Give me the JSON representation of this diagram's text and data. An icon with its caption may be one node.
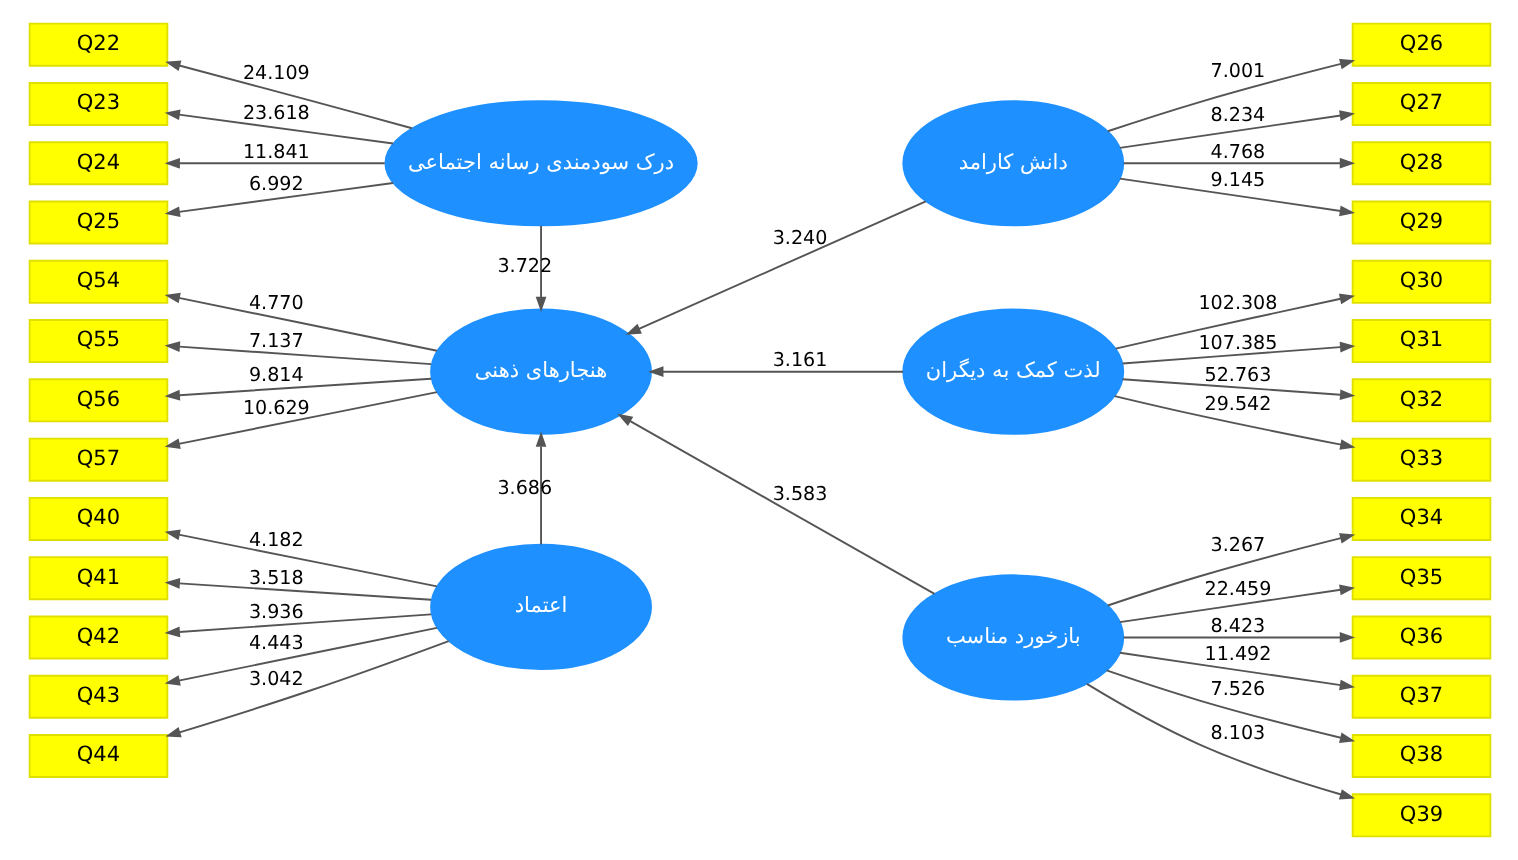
{
  "diagram": {
    "nodes": [
      {
        "text": [
          "Q22"
        ]
      },
      {
        "text": [
          "Q23"
        ]
      },
      {
        "text": [
          "Q24"
        ]
      },
      {
        "text": [
          "Q25"
        ]
      },
      {
        "text": [
          "درک سودمندی رسانه اجتماعی"
        ]
      },
      {
        "text": [
          "دانش کارامد"
        ]
      },
      {
        "text": [
          "Q26"
        ]
      },
      {
        "text": [
          "Q27"
        ]
      },
      {
        "text": [
          "Q28"
        ]
      },
      {
        "text": [
          "Q29"
        ]
      },
      {
        "text": [
          "Q54"
        ]
      },
      {
        "text": [
          "Q55"
        ]
      },
      {
        "text": [
          "Q56"
        ]
      },
      {
        "text": [
          "Q57"
        ]
      },
      {
        "text": [
          "هنجارهای ذهنی"
        ]
      },
      {
        "text": [
          "لذت کمک به دیگران"
        ]
      },
      {
        "text": [
          "Q30"
        ]
      },
      {
        "text": [
          "Q31"
        ]
      },
      {
        "text": [
          "Q32"
        ]
      },
      {
        "text": [
          "Q33"
        ]
      },
      {
        "text": [
          "Q40"
        ]
      },
      {
        "text": [
          "Q41"
        ]
      },
      {
        "text": [
          "Q42"
        ]
      },
      {
        "text": [
          "Q43"
        ]
      },
      {
        "text": [
          "Q44"
        ]
      },
      {
        "text": [
          "اعتماد"
        ]
      },
      {
        "text": [
          "بازخورد مناسب"
        ]
      },
      {
        "text": [
          "Q34"
        ]
      },
      {
        "text": [
          "Q35"
        ]
      },
      {
        "text": [
          "Q36"
        ]
      },
      {
        "text": [
          "Q37"
        ]
      },
      {
        "text": [
          "Q38"
        ]
      },
      {
        "text": [
          "Q39"
        ]
      }
    ],
    "edges": [
      {
        "from": 4,
        "to": 0,
        "arrow": "to",
        "label": "24.109"
      },
      {
        "from": 4,
        "to": 1,
        "arrow": "to",
        "label": "23.618"
      },
      {
        "from": 4,
        "to": 2,
        "arrow": "to",
        "label": "11.841"
      },
      {
        "from": 4,
        "to": 3,
        "arrow": "to",
        "label": "6.992"
      },
      {
        "from": 5,
        "to": 6,
        "arrow": "to",
        "label": "7.001"
      },
      {
        "from": 5,
        "to": 7,
        "arrow": "to",
        "label": "8.234"
      },
      {
        "from": 5,
        "to": 8,
        "arrow": "to",
        "label": "4.768"
      },
      {
        "from": 5,
        "to": 9,
        "arrow": "to",
        "label": "9.145"
      },
      {
        "from": 14,
        "to": 10,
        "arrow": "to",
        "label": "4.770"
      },
      {
        "from": 14,
        "to": 11,
        "arrow": "to",
        "label": "7.137"
      },
      {
        "from": 14,
        "to": 12,
        "arrow": "to",
        "label": "9.814"
      },
      {
        "from": 14,
        "to": 13,
        "arrow": "to",
        "label": "10.629"
      },
      {
        "from": 15,
        "to": 16,
        "arrow": "to",
        "label": "102.308"
      },
      {
        "from": 15,
        "to": 17,
        "arrow": "to",
        "label": "107.385"
      },
      {
        "from": 15,
        "to": 18,
        "arrow": "to",
        "label": "52.763"
      },
      {
        "from": 15,
        "to": 19,
        "arrow": "to",
        "label": "29.542"
      },
      {
        "from": 25,
        "to": 20,
        "arrow": "to",
        "label": "4.182"
      },
      {
        "from": 25,
        "to": 21,
        "arrow": "to",
        "label": "3.518"
      },
      {
        "from": 25,
        "to": 22,
        "arrow": "to",
        "label": "3.936"
      },
      {
        "from": 25,
        "to": 23,
        "arrow": "to",
        "label": "4.443"
      },
      {
        "from": 25,
        "to": 24,
        "arrow": "to",
        "label": "3.042"
      },
      {
        "from": 26,
        "to": 27,
        "arrow": "to",
        "label": "3.267"
      },
      {
        "from": 26,
        "to": 28,
        "arrow": "to",
        "label": "22.459"
      },
      {
        "from": 26,
        "to": 29,
        "arrow": "to",
        "label": "8.423"
      },
      {
        "from": 26,
        "to": 30,
        "arrow": "to",
        "label": "11.492"
      },
      {
        "from": 26,
        "to": 31,
        "arrow": "to",
        "label": "7.526"
      },
      {
        "from": 26,
        "to": 32,
        "arrow": "to",
        "label": "8.103"
      },
      {
        "from": 4,
        "to": 14,
        "arrow": "to",
        "label": "3.722"
      },
      {
        "from": 5,
        "to": 14,
        "arrow": "to",
        "label": "3.240"
      },
      {
        "from": 15,
        "to": 14,
        "arrow": "to",
        "label": "3.161"
      },
      {
        "from": 25,
        "to": 14,
        "arrow": "to",
        "label": "3.686"
      },
      {
        "from": 26,
        "to": 14,
        "arrow": "to",
        "label": "3.583"
      }
    ]
  }
}
